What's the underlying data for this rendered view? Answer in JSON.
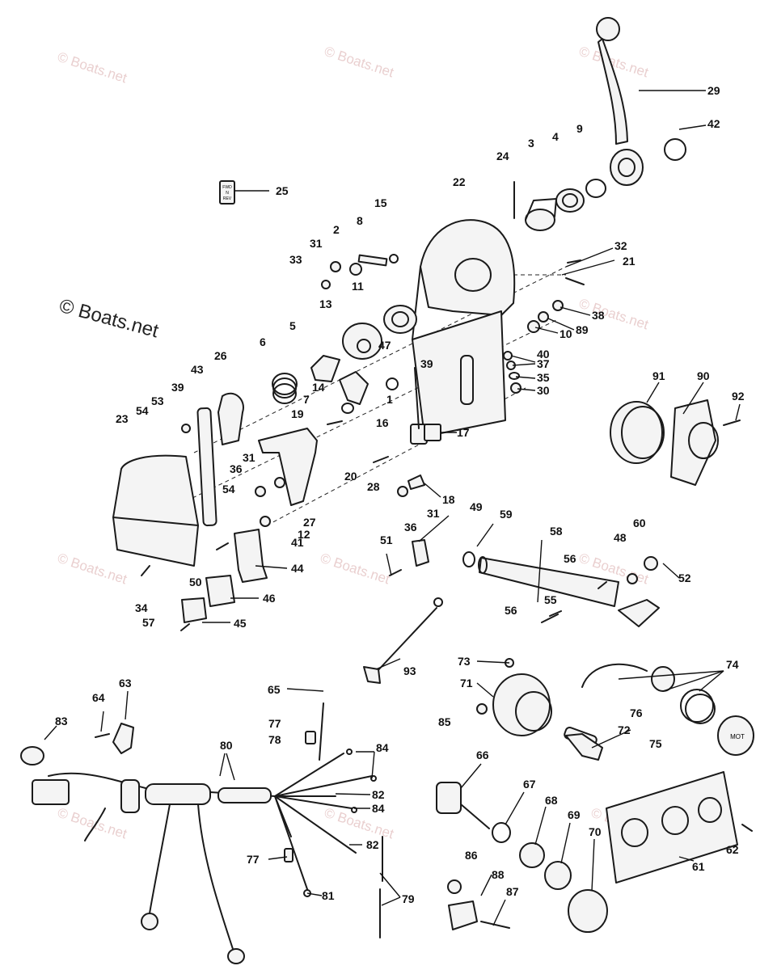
{
  "copyright": "© Boats.net",
  "watermark": "© Boats.net",
  "labels": {
    "l1": "1",
    "l2": "2",
    "l3": "3",
    "l4": "4",
    "l5": "5",
    "l6": "6",
    "l7": "7",
    "l8": "8",
    "l9": "9",
    "l10": "10",
    "l11": "11",
    "l12": "12",
    "l13": "13",
    "l14": "14",
    "l15": "15",
    "l16": "16",
    "l17": "17",
    "l18": "18",
    "l19": "19",
    "l20": "20",
    "l21": "21",
    "l22": "22",
    "l23": "23",
    "l24": "24",
    "l25": "25",
    "l26": "26",
    "l27": "27",
    "l28": "28",
    "l29": "29",
    "l30": "30",
    "l31a": "31",
    "l31b": "31",
    "l31c": "31",
    "l32": "32",
    "l33": "33",
    "l34": "34",
    "l35": "35",
    "l36a": "36",
    "l36b": "36",
    "l37": "37",
    "l38": "38",
    "l39a": "39",
    "l39b": "39",
    "l40": "40",
    "l41": "41",
    "l42": "42",
    "l43": "43",
    "l44": "44",
    "l45": "45",
    "l46": "46",
    "l47": "47",
    "l48": "48",
    "l49": "49",
    "l50": "50",
    "l51": "51",
    "l52": "52",
    "l53": "53",
    "l54a": "54",
    "l54b": "54",
    "l55": "55",
    "l56a": "56",
    "l56b": "56",
    "l57": "57",
    "l58": "58",
    "l59": "59",
    "l60": "60",
    "l61": "61",
    "l62": "62",
    "l63": "63",
    "l64": "64",
    "l65": "65",
    "l66": "66",
    "l67": "67",
    "l68": "68",
    "l69": "69",
    "l70": "70",
    "l71": "71",
    "l72": "72",
    "l73": "73",
    "l74": "74",
    "l75": "75",
    "l76": "76",
    "l77a": "77",
    "l77b": "77",
    "l78": "78",
    "l79": "79",
    "l80": "80",
    "l81": "81",
    "l82a": "82",
    "l82b": "82",
    "l83": "83",
    "l84a": "84",
    "l84b": "84",
    "l85": "85",
    "l86": "86",
    "l87": "87",
    "l88": "88",
    "l89": "89",
    "l90": "90",
    "l91": "91",
    "l92": "92",
    "l93": "93"
  },
  "plate_text": {
    "top": "FWD",
    "mid": "N",
    "bot": "REV"
  },
  "knob_text": "MOT"
}
